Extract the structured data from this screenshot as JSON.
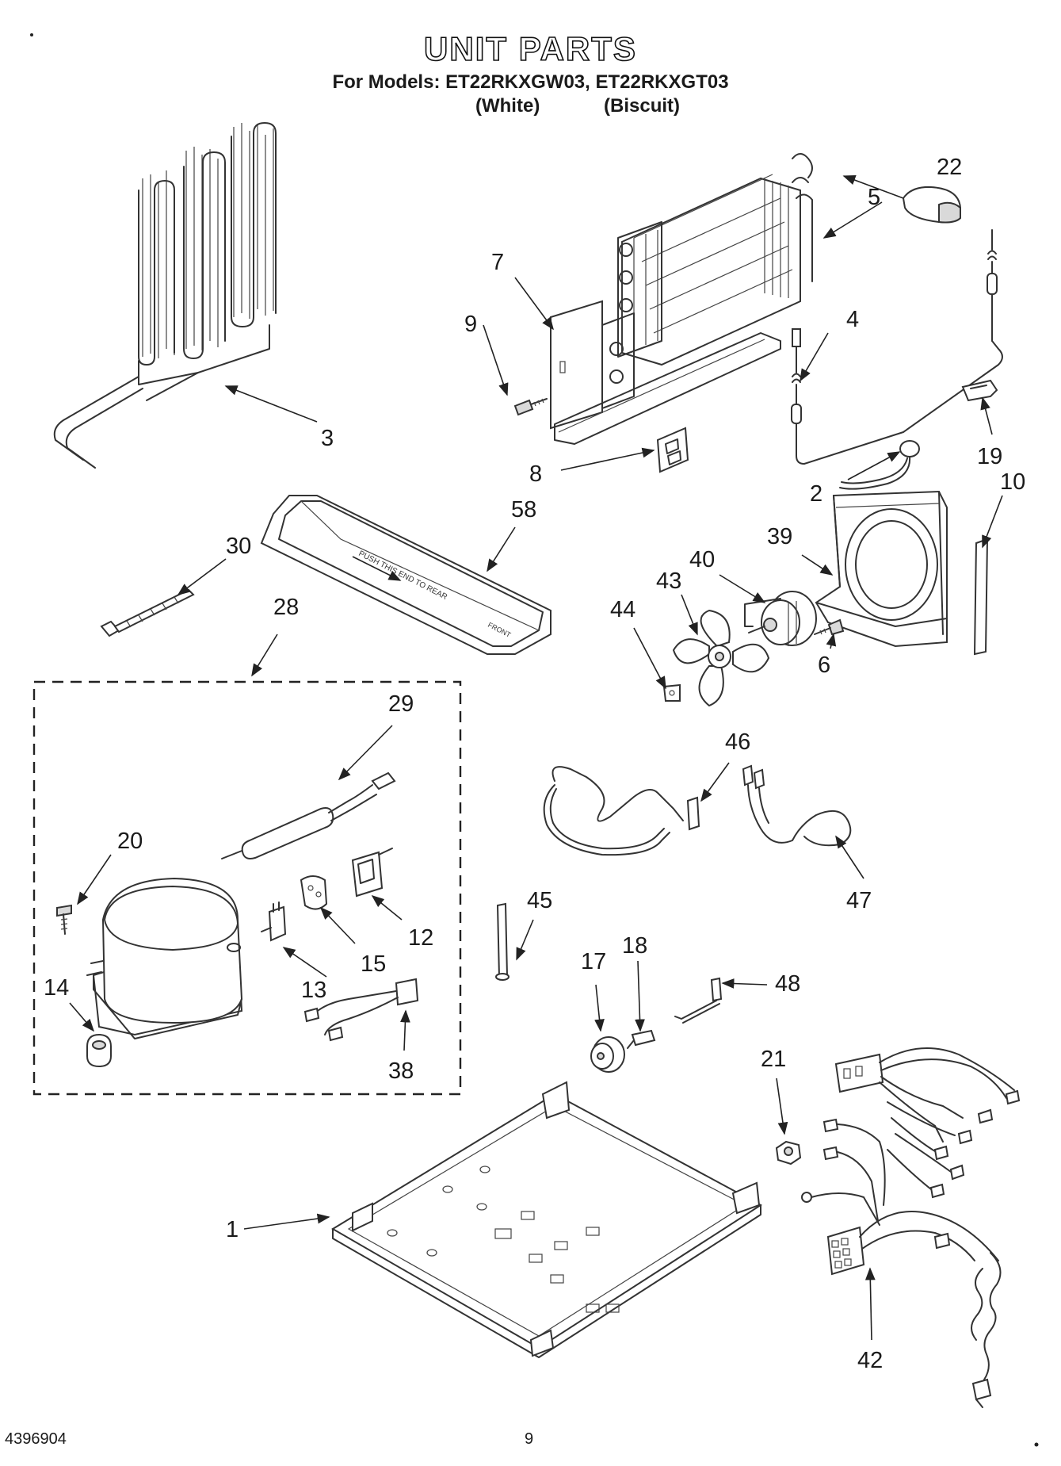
{
  "header": {
    "title": "UNIT PARTS",
    "models_line": "For Models: ET22RKXGW03, ET22RKXGT03",
    "variant_white": "(White)",
    "variant_biscuit": "(Biscuit)"
  },
  "footer": {
    "doc_number": "4396904",
    "page_number": "9"
  },
  "callouts": {
    "p1": "1",
    "p2": "2",
    "p3": "3",
    "p4": "4",
    "p5": "5",
    "p6": "6",
    "p7": "7",
    "p8": "8",
    "p9": "9",
    "p10": "10",
    "p12": "12",
    "p13": "13",
    "p14": "14",
    "p15": "15",
    "p17": "17",
    "p18": "18",
    "p19": "19",
    "p20": "20",
    "p21": "21",
    "p22": "22",
    "p28": "28",
    "p29": "29",
    "p30": "30",
    "p38": "38",
    "p39": "39",
    "p40": "40",
    "p42": "42",
    "p43": "43",
    "p44": "44",
    "p45": "45",
    "p46": "46",
    "p47": "47",
    "p48": "48",
    "p58": "58"
  },
  "drain_pan_label": "PUSH THIS END TO REAR",
  "drain_pan_front_label": "FRONT",
  "colors": {
    "ink": "#1a1a1a",
    "paper": "#ffffff"
  }
}
